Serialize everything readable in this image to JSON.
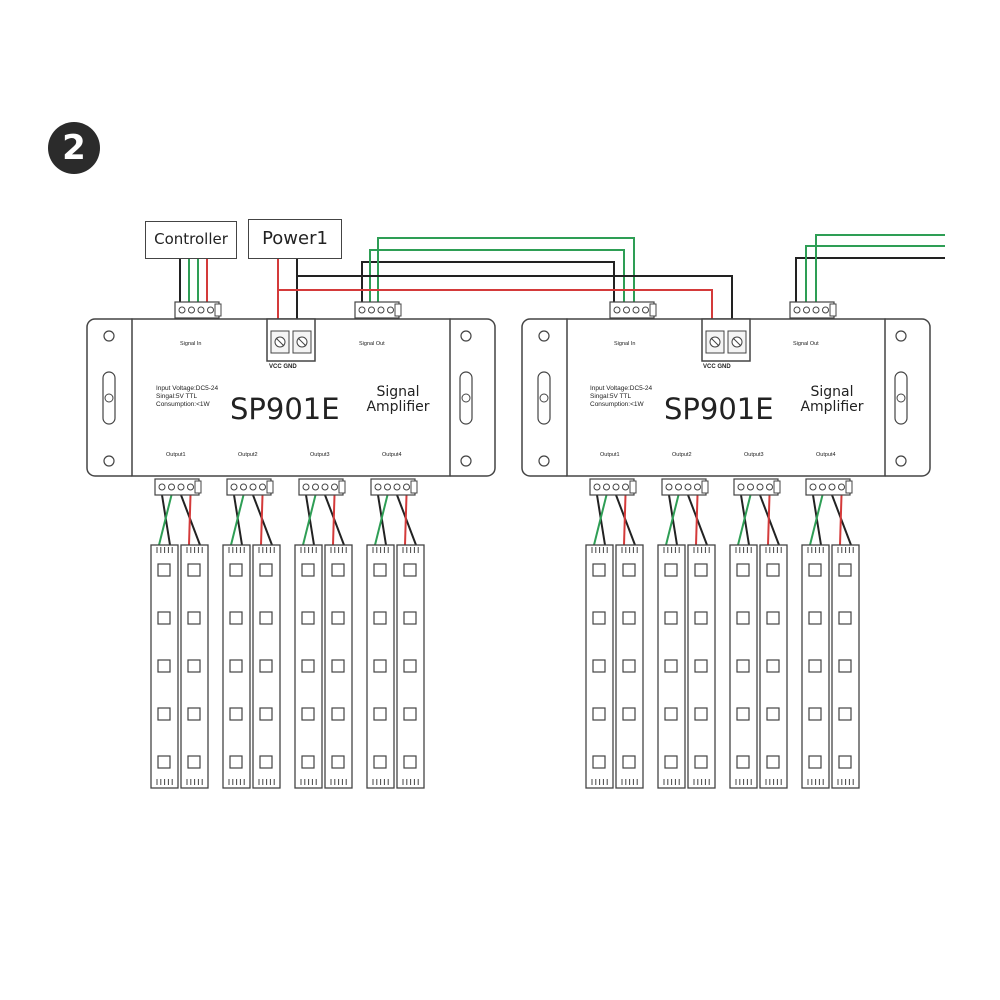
{
  "step_marker": "2",
  "labels": {
    "controller": "Controller",
    "power": "Power1"
  },
  "amplifiers": [
    {
      "model": "SP901E",
      "title_line1": "Signal",
      "title_line2": "Amplifier",
      "specs": [
        "Input Voltage:DC5-24",
        "Singal:5V TTL",
        "Consumption:<1W"
      ],
      "signal_in": "Signal In",
      "signal_out": "Signal Out",
      "power_terminal": "VCC GND",
      "outputs": [
        "Output1",
        "Output2",
        "Output3",
        "Output4"
      ]
    },
    {
      "model": "SP901E",
      "title_line1": "Signal",
      "title_line2": "Amplifier",
      "specs": [
        "Input Voltage:DC5-24",
        "Singal:5V TTL",
        "Consumption:<1W"
      ],
      "signal_in": "Signal In",
      "signal_out": "Signal Out",
      "power_terminal": "VCC GND",
      "outputs": [
        "Output1",
        "Output2",
        "Output3",
        "Output4"
      ]
    }
  ],
  "wire_colors": {
    "green": "#2e9e55",
    "red": "#d43a3a",
    "black": "#222222",
    "outline": "#444444"
  },
  "leds_per_strip": 5
}
